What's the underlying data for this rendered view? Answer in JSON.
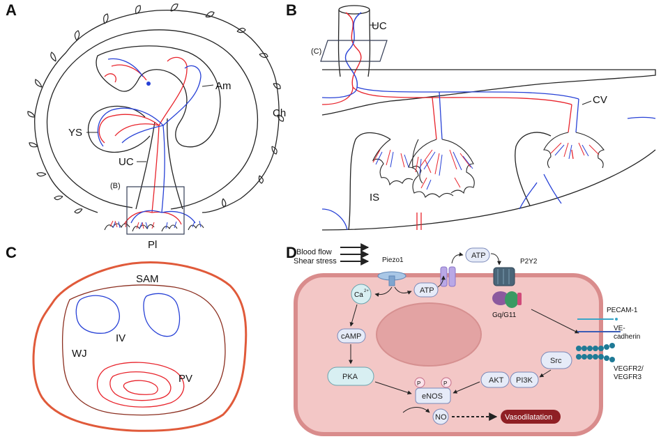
{
  "panels": {
    "a": {
      "letter": "A",
      "labels": {
        "am": "Am",
        "ch": "Ch",
        "ys": "YS",
        "uc": "UC",
        "b_ref": "(B)",
        "pl": "Pl"
      }
    },
    "b": {
      "letter": "B",
      "labels": {
        "uc": "UC",
        "c_ref": "(C)",
        "cv": "CV",
        "is": "IS"
      }
    },
    "c": {
      "letter": "C",
      "labels": {
        "sam": "SAM",
        "iv": "IV",
        "wj": "WJ",
        "pv": "PV"
      }
    },
    "d": {
      "letter": "D",
      "labels": {
        "blood_flow": "Blood flow",
        "shear_stress": "Shear stress",
        "piezo1": "Piezo1",
        "atp_top": "ATP",
        "p2y2": "P2Y2",
        "ca": "Ca",
        "ca_sup": "2+",
        "atp_mid": "ATP",
        "gq": "Gq/G11",
        "camp": "cAMP",
        "pka": "PKA",
        "p1": "P",
        "p2": "P",
        "enos": "eNOS",
        "akt": "AKT",
        "pi3k": "PI3K",
        "src": "Src",
        "no": "NO",
        "vasodilatation": "Vasodilatation",
        "pecam": "PECAM-1",
        "ve1": "VE-",
        "ve2": "cadherin",
        "vegfr1": "VEGFR2/",
        "vegfr2": "VEGFR3"
      }
    }
  },
  "colors": {
    "artery_red": "#e8232b",
    "vein_blue": "#2741d6",
    "outline": "#222222",
    "cell_fill": "#f3c7c6",
    "cell_border": "#d98c8c",
    "nucleus": "#e3a3a3",
    "pill_fill": "#e6ebf8",
    "pill_blue": "#dfe6f5",
    "pill_cyan": "#d8eff2",
    "vaso_fill": "#8f1f24",
    "cord_outer": "#e05a3a",
    "cord_inner": "#8b2e1f"
  }
}
